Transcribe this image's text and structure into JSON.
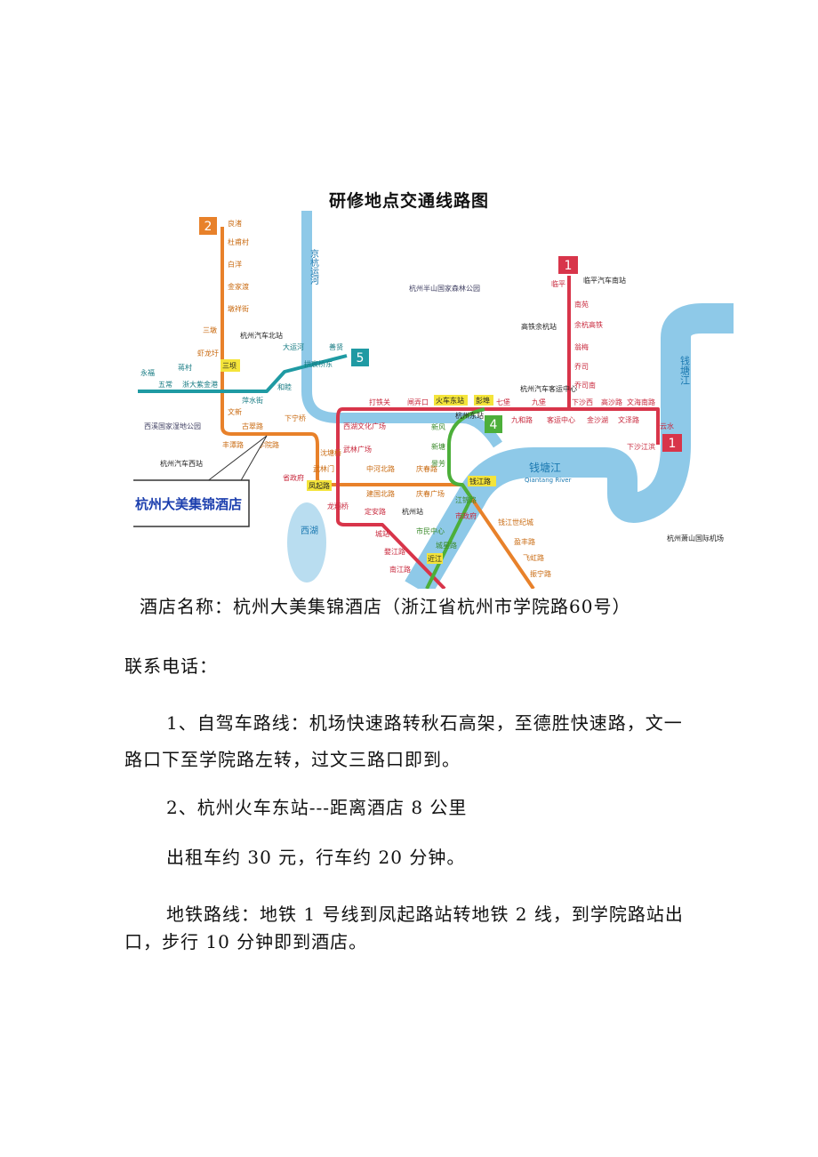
{
  "title": "研修地点交通线路图",
  "map": {
    "hotel_callout": "杭州大美集锦酒店",
    "lines": [
      {
        "id": "2",
        "label": "2",
        "color": "#e8812a"
      },
      {
        "id": "1",
        "label": "1",
        "color": "#d8354a"
      },
      {
        "id": "4",
        "label": "4",
        "color": "#4caf3a"
      },
      {
        "id": "5",
        "label": "5",
        "color": "#1f9aa3"
      }
    ],
    "water": {
      "canal": "京杭运河",
      "river": "钱塘江",
      "river_en": "Qiantang River",
      "river_east": "钱塘江",
      "lake": "西湖"
    },
    "stations": {
      "line2": [
        "良渚",
        "杜甫村",
        "白洋",
        "金家渡",
        "墩祥街",
        "三墩",
        "虾龙圩",
        "三坝",
        "文新",
        "丰潭路",
        "古翠路",
        "学院路",
        "下宁桥",
        "沈塘桥",
        "武林门",
        "凤起路",
        "钱江路",
        "钱江世纪城",
        "盈丰路",
        "飞虹路",
        "振宁路"
      ],
      "line1": [
        "临平",
        "南苑",
        "余杭高铁",
        "翁梅",
        "乔司",
        "乔司南",
        "打铁关",
        "闸弄口",
        "火车东站",
        "彭埠",
        "七堡",
        "九堡",
        "下沙西",
        "高沙路",
        "文海南路",
        "九和路",
        "客运中心",
        "金沙湖",
        "文泽路",
        "云水",
        "下沙江滨",
        "西湖文化广场",
        "武林广场",
        "中河北路",
        "庆春路",
        "建国北路",
        "庆春广场",
        "龙翔桥",
        "定安路",
        "城站",
        "婺江路",
        "近江",
        "南江路"
      ],
      "line4": [
        "新风",
        "新塘",
        "景芳",
        "江锦路",
        "市民中心",
        "城星路"
      ],
      "line5": [
        "永福",
        "五常",
        "蒋村",
        "浙大紫金港",
        "萍水街",
        "和睦",
        "大运河",
        "善贤",
        "拱宸桥东"
      ],
      "landmarks": [
        "杭州汽车北站",
        "杭州汽车西站",
        "杭州东站",
        "杭州站",
        "高铁余杭站",
        "临平汽车南站",
        "杭州汽车客运中心",
        "杭州萧山国际机场",
        "西溪国家湿地公园",
        "杭州半山国家森林公园",
        "省政府",
        "市政府"
      ]
    }
  },
  "hotel": {
    "line": "酒店名称：杭州大美集锦酒店（浙江省杭州市学院路60号）"
  },
  "contact": {
    "label": "联系电话："
  },
  "routes": {
    "drive_1": "1、自驾车路线：机场快速路转秋石高架，至德胜快速路，文一",
    "drive_2": "路口下至学院路左转，过文三路口即到。",
    "train": "2、杭州火车东站---距离酒店 8 公里",
    "taxi": "出租车约 30 元，行车约 20 分钟。",
    "metro_1": "地铁路线：地铁 1 号线到凤起路站转地铁 2 线，到学院路站出",
    "metro_2": "口，步行 10 分钟即到酒店。"
  }
}
